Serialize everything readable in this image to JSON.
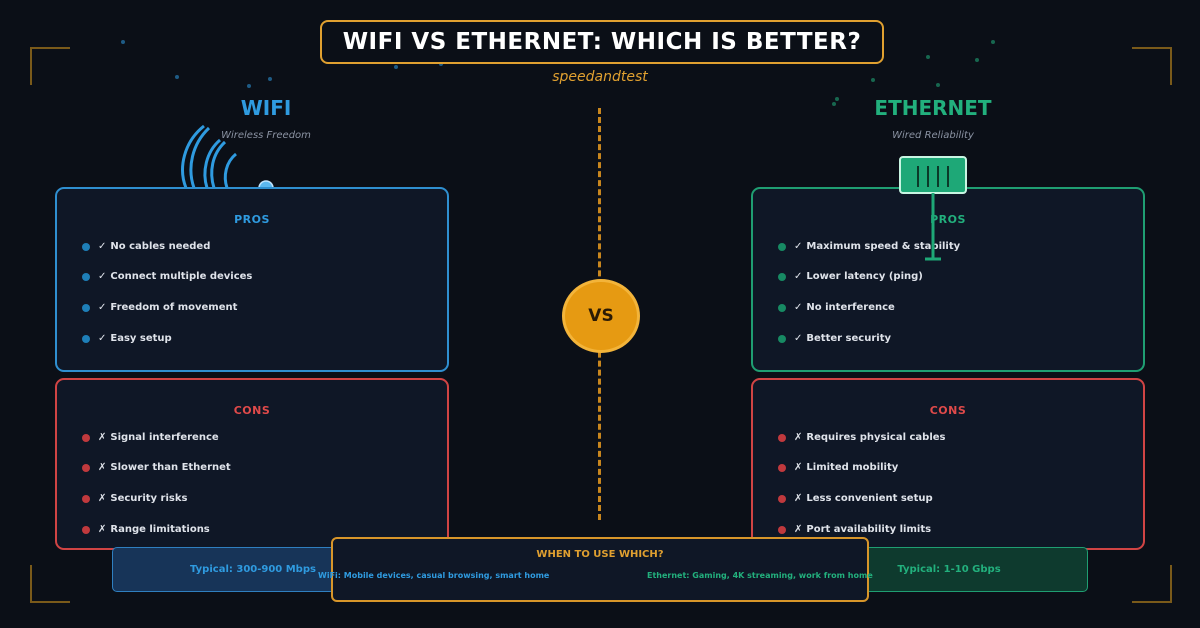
{
  "header": {
    "title": "WIFI VS ETHERNET: WHICH IS BETTER?",
    "brand": "speedandtest"
  },
  "center": {
    "vs": "VS"
  },
  "wifi": {
    "title": "WIFI",
    "subtitle": "Wireless Freedom",
    "pros": {
      "heading": "PROS",
      "items": [
        "No cables needed",
        "Connect multiple devices",
        "Freedom of movement",
        "Easy setup"
      ]
    },
    "cons": {
      "heading": "CONS",
      "items": [
        "Signal interference",
        "Slower than Ethernet",
        "Security risks",
        "Range limitations"
      ]
    },
    "speed": "Typical: 300-900 Mbps"
  },
  "ethernet": {
    "title": "ETHERNET",
    "subtitle": "Wired Reliability",
    "pros": {
      "heading": "PROS",
      "items": [
        "Maximum speed & stability",
        "Lower latency (ping)",
        "No interference",
        "Better security"
      ]
    },
    "cons": {
      "heading": "CONS",
      "items": [
        "Requires physical cables",
        "Limited mobility",
        "Less convenient setup",
        "Port availability limits"
      ]
    },
    "speed": "Typical: 1-10 Gbps"
  },
  "when": {
    "heading": "WHEN TO USE WHICH?",
    "wifi_use": "WiFi: Mobile devices, casual browsing, smart home",
    "ethernet_use": "Ethernet: Gaming, 4K streaming, work from home"
  },
  "marks": {
    "pro": "✓",
    "con": "✗"
  },
  "icons": {
    "wifi": "wifi-icon",
    "ethernet": "ethernet-port-icon"
  },
  "colors": {
    "accent": "#e0a030",
    "wifi": "#2f9be0",
    "ethernet": "#22b07d",
    "cons": "#e04a4a"
  }
}
